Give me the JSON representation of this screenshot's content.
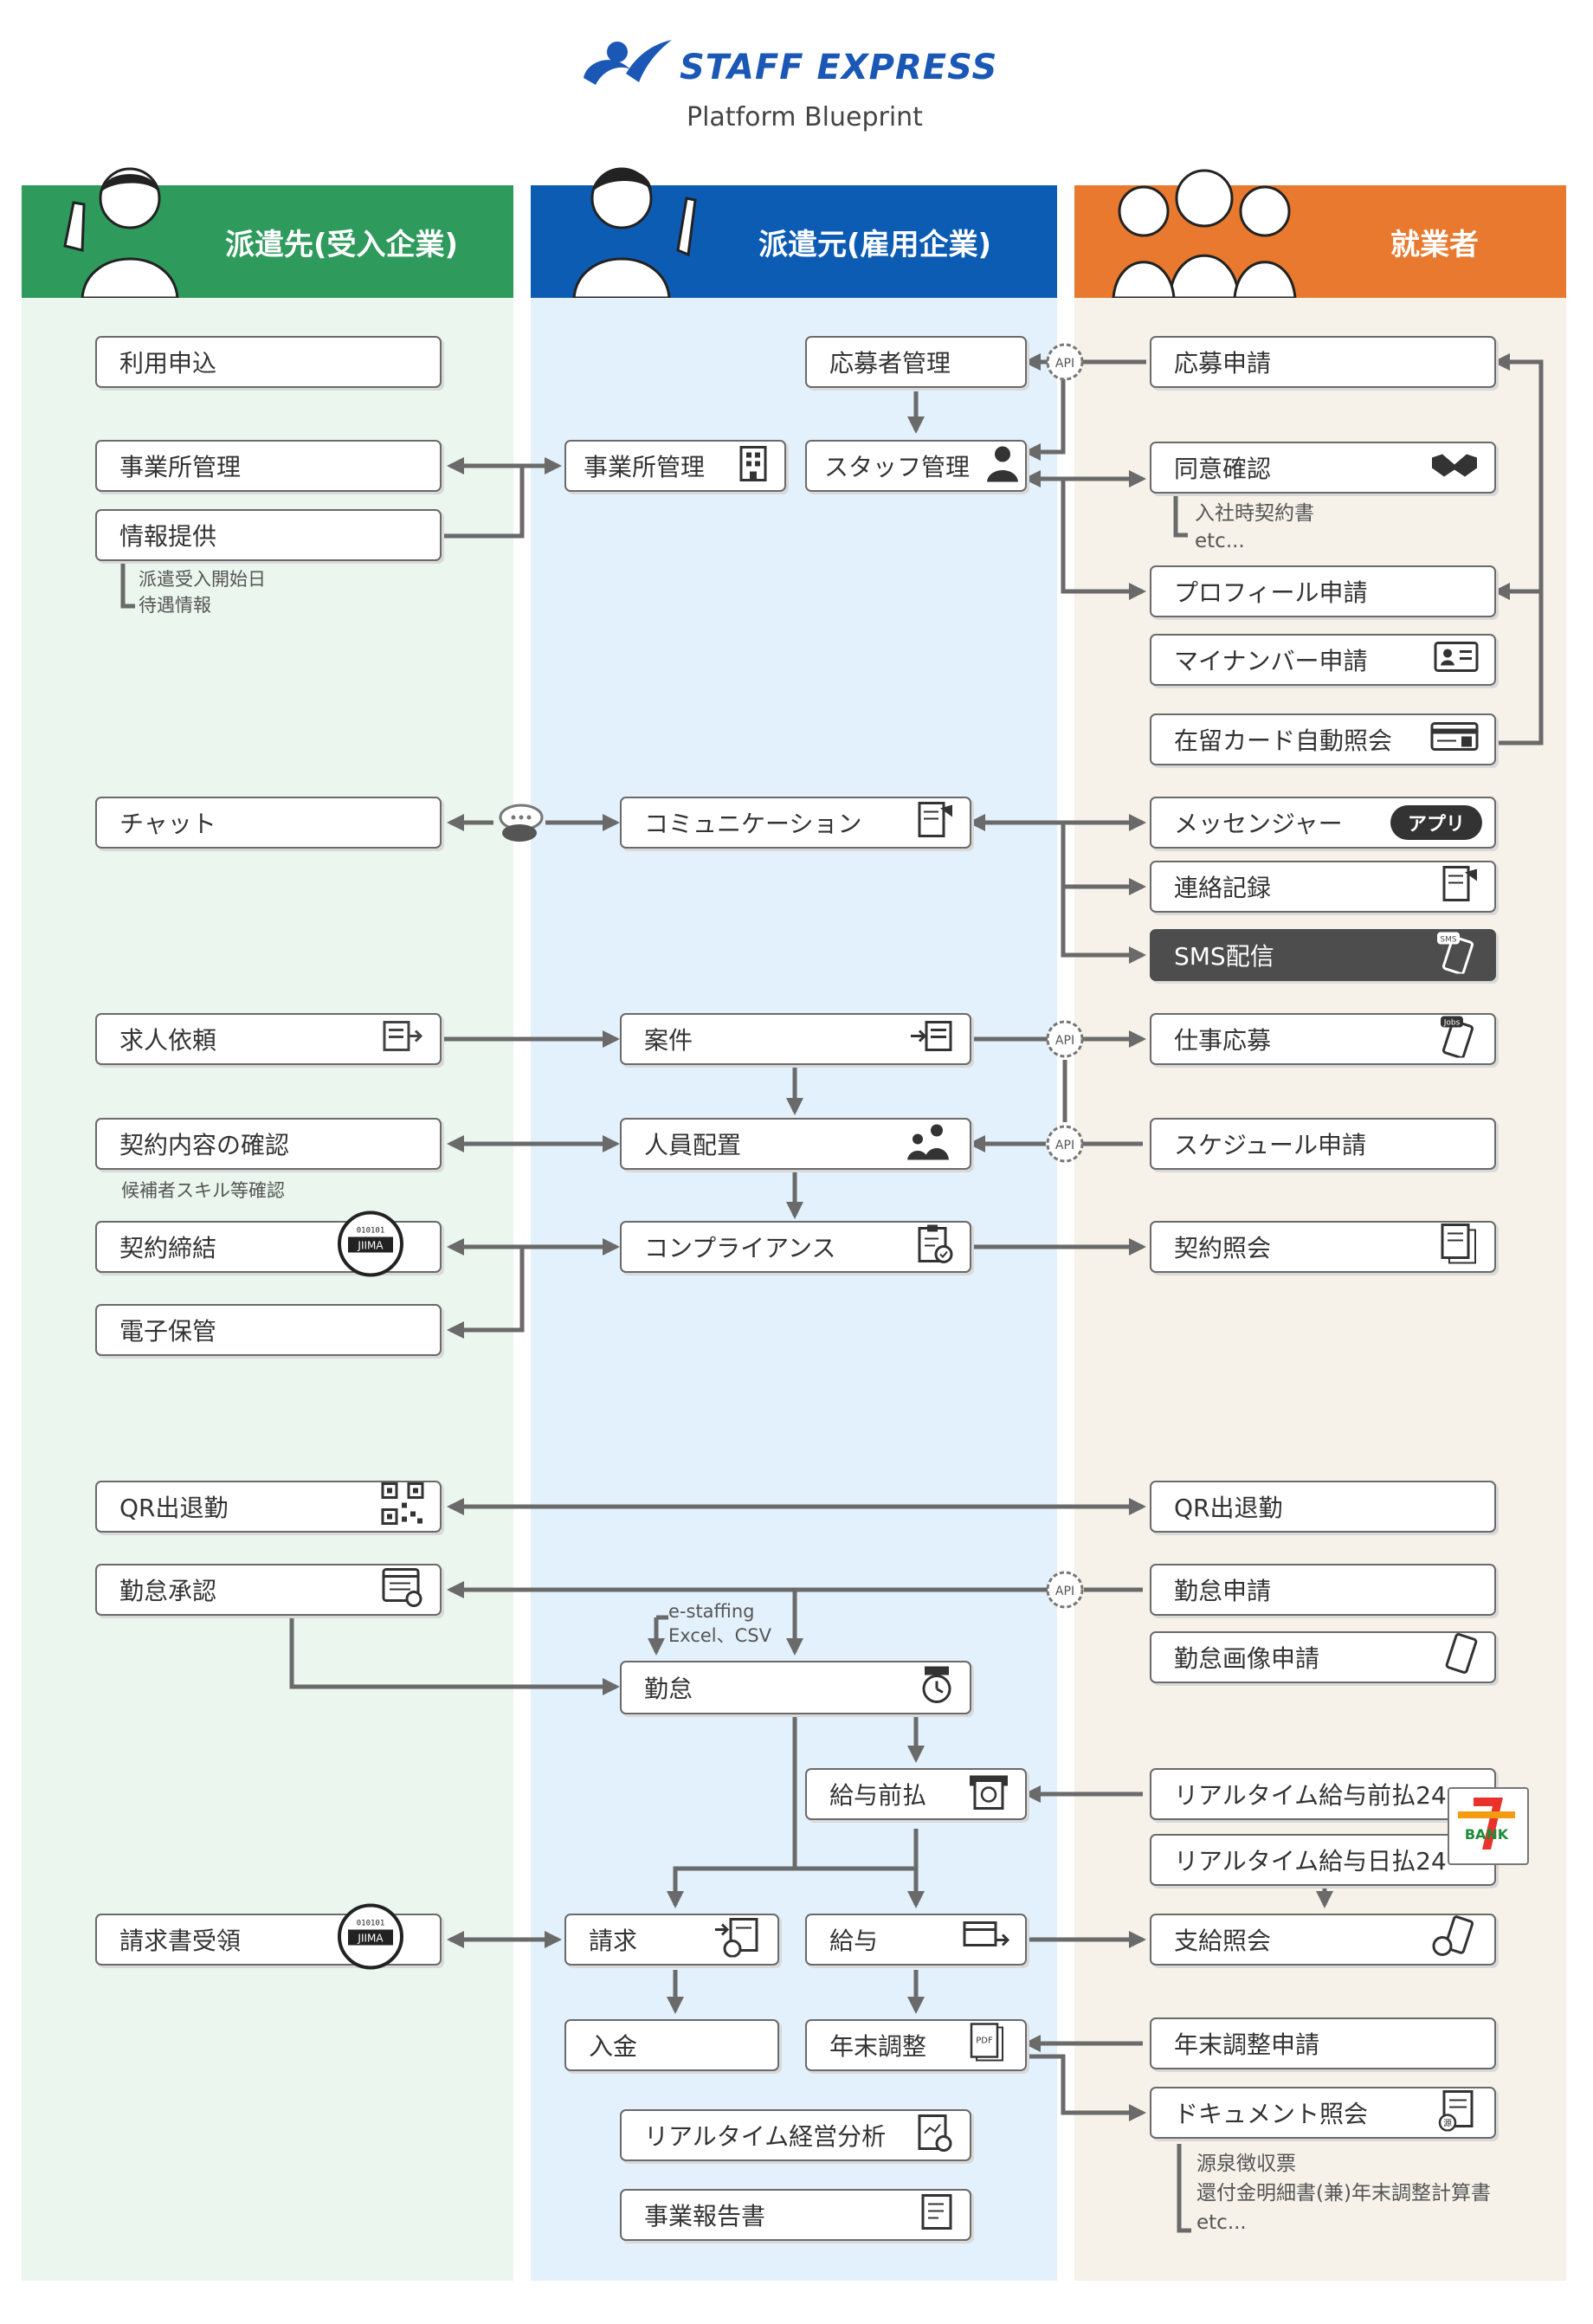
{
  "header": {
    "brand": "STAFF EXPRESS",
    "subtitle": "Platform Blueprint",
    "brand_color": "#1b57b5"
  },
  "columns": {
    "client": {
      "title": "派遣先(受入企業)",
      "head_color": "#2e9a5c",
      "bg_color": "#eaf6ee"
    },
    "dispatcher": {
      "title": "派遣元(雇用企業)",
      "head_color": "#0d5cb3",
      "bg_color": "#e3f1fc"
    },
    "worker": {
      "title": "就業者",
      "head_color": "#e8792e",
      "bg_color": "#f6f2e9"
    }
  },
  "client": {
    "apply": "利用申込",
    "office_mgmt": "事業所管理",
    "info": "情報提供",
    "info_notes": [
      "派遣受入開始日",
      "待遇情報"
    ],
    "chat": "チャット",
    "job_request": "求人依頼",
    "contract_check": "契約内容の確認",
    "contract_check_note": "候補者スキル等確認",
    "contract_sign": "契約締結",
    "e_storage": "電子保管",
    "qr": "QR出退勤",
    "attendance_approve": "勤怠承認",
    "invoice_receive": "請求書受領",
    "jiima_text": "JIIMA",
    "jiima_code": "010101"
  },
  "dispatcher": {
    "applicant_mgmt": "応募者管理",
    "staff_mgmt": "スタッフ管理",
    "office_mgmt": "事業所管理",
    "communication": "コミュニケーション",
    "project": "案件",
    "placement": "人員配置",
    "compliance": "コンプライアンス",
    "attendance_import": [
      "e-staffing",
      "Excel、CSV"
    ],
    "attendance": "勤怠",
    "advance_pay": "給与前払",
    "billing": "請求",
    "payroll": "給与",
    "deposit": "入金",
    "year_end": "年末調整",
    "analytics": "リアルタイム経営分析",
    "report": "事業報告書"
  },
  "worker": {
    "apply": "応募申請",
    "consent": "同意確認",
    "consent_notes": [
      "入社時契約書",
      "etc..."
    ],
    "profile": "プロフィール申請",
    "my_number": "マイナンバー申請",
    "residence_card": "在留カード自動照会",
    "messenger": "メッセンジャー",
    "app_badge": "アプリ",
    "contact_log": "連絡記録",
    "sms": "SMS配信",
    "job_apply": "仕事応募",
    "schedule": "スケジュール申請",
    "contract_view": "契約照会",
    "qr": "QR出退勤",
    "attendance_apply": "勤怠申請",
    "attendance_image": "勤怠画像申請",
    "rt_advance": "リアルタイム給与前払24",
    "rt_daily": "リアルタイム給与日払24",
    "pay_view": "支給照会",
    "year_end_apply": "年末調整申請",
    "doc_view": "ドキュメント照会",
    "doc_notes": [
      "源泉徴収票",
      "還付金明細書(兼)年末調整計算書",
      "etc..."
    ]
  },
  "labels": {
    "api": "API",
    "sms_icon": "SMS",
    "jobs_icon": "Jobs",
    "pdf_icon": "PDF",
    "gen_icon": "源",
    "bank": "BANK"
  }
}
